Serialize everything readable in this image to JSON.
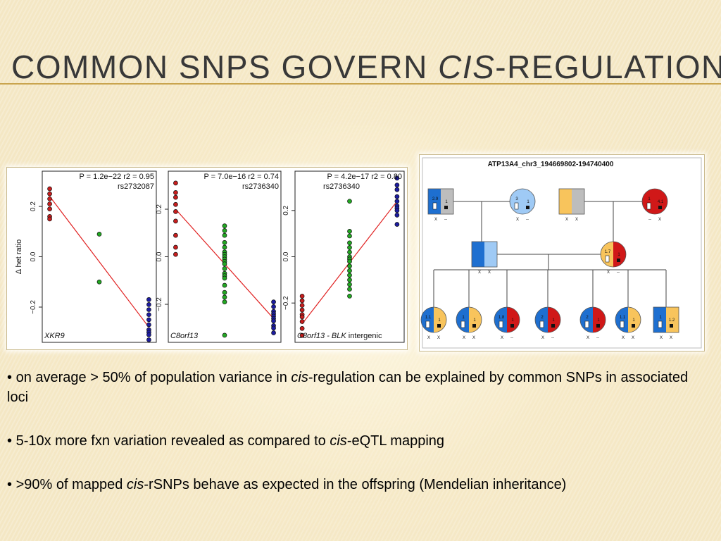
{
  "slide": {
    "title": {
      "before": "Common SNPs govern ",
      "italic": "cis",
      "after": "-regulation"
    },
    "bullets": [
      {
        "bullet": "•",
        "before": "on average > 50% of population variance in ",
        "italic": "cis",
        "after": "-regulation can be explained by common SNPs in associated loci"
      },
      {
        "bullet": "•",
        "before": "5-10x more fxn variation revealed as compared to ",
        "italic": "cis",
        "after": "-eQTL mapping"
      },
      {
        "bullet": "•",
        "before": ">90% of mapped ",
        "italic": "cis",
        "after": "-rSNPs behave as expected in the offspring (Mendelian inheritance)"
      }
    ]
  },
  "colors": {
    "red": "#c81e1e",
    "green": "#22a822",
    "blue": "#1c1ca0",
    "line": "#e02020",
    "ped_blue": "#1e6fd0",
    "ped_light_blue": "#9fcaf5",
    "ped_red": "#d01818",
    "ped_yellow": "#f8c45c",
    "ped_gray": "#bdbdbd"
  },
  "chart_data": [
    {
      "type": "scatter",
      "stat": "P = 1.2e−22 r2 = 0.95",
      "snp": "rs2732087",
      "gene": "XKR9",
      "gene_suffix": "",
      "ylabel": "Δ het ratio",
      "ylim": [
        -0.34,
        0.34
      ],
      "yticks": [
        -0.2,
        0.0,
        0.2
      ],
      "ytick_labels": [
        "−0.2",
        "0.0",
        "0.2"
      ],
      "xlim": [
        -0.15,
        2.15
      ],
      "series": [
        {
          "color": "red",
          "x": [
            0,
            0,
            0,
            0,
            0,
            0,
            0
          ],
          "y": [
            0.27,
            0.25,
            0.23,
            0.21,
            0.19,
            0.16,
            0.15
          ]
        },
        {
          "color": "green",
          "x": [
            1,
            1
          ],
          "y": [
            0.09,
            -0.1
          ]
        },
        {
          "color": "blue",
          "x": [
            2,
            2,
            2,
            2,
            2,
            2,
            2,
            2,
            2,
            2
          ],
          "y": [
            -0.17,
            -0.19,
            -0.21,
            -0.23,
            -0.25,
            -0.27,
            -0.29,
            -0.3,
            -0.31,
            -0.33
          ]
        }
      ],
      "fit": {
        "x": [
          0,
          2
        ],
        "y": [
          0.24,
          -0.28
        ]
      }
    },
    {
      "type": "scatter",
      "stat": "P = 7.0e−16 r2 = 0.74",
      "snp": "rs2736340",
      "gene": "C8orf13",
      "gene_suffix": "",
      "ylabel": "",
      "ylim": [
        -0.36,
        0.36
      ],
      "yticks": [
        -0.2,
        0.0,
        0.2
      ],
      "ytick_labels": [
        "−0.2",
        "0.0",
        "0.2"
      ],
      "xlim": [
        -0.15,
        2.15
      ],
      "series": [
        {
          "color": "red",
          "x": [
            0,
            0,
            0,
            0,
            0,
            0,
            0,
            0,
            0
          ],
          "y": [
            0.31,
            0.27,
            0.25,
            0.22,
            0.19,
            0.15,
            0.09,
            0.04,
            0.01
          ]
        },
        {
          "color": "green",
          "x": [
            1,
            1,
            1,
            1,
            1,
            1,
            1,
            1,
            1,
            1,
            1,
            1,
            1,
            1,
            1,
            1,
            1,
            1,
            1,
            1
          ],
          "y": [
            0.13,
            0.11,
            0.09,
            0.06,
            0.04,
            0.02,
            0.01,
            0.0,
            -0.01,
            -0.02,
            -0.03,
            -0.05,
            -0.07,
            -0.08,
            -0.09,
            -0.12,
            -0.15,
            -0.17,
            -0.19,
            -0.33
          ]
        },
        {
          "color": "blue",
          "x": [
            2,
            2,
            2,
            2,
            2,
            2,
            2,
            2,
            2,
            2
          ],
          "y": [
            -0.19,
            -0.21,
            -0.23,
            -0.24,
            -0.25,
            -0.26,
            -0.27,
            -0.29,
            -0.3,
            -0.32
          ]
        }
      ],
      "fit": {
        "x": [
          0,
          2
        ],
        "y": [
          0.2,
          -0.26
        ]
      }
    },
    {
      "type": "scatter",
      "stat": "P = 4.2e−17 r2 = 0.80",
      "snp": "rs2736340",
      "gene": "C8orf13 - BLK",
      "gene_suffix": " intergenic",
      "ylabel": "",
      "ylim": [
        -0.37,
        0.37
      ],
      "yticks": [
        -0.2,
        0.0,
        0.2
      ],
      "ytick_labels": [
        "−0.2",
        "0.0",
        "0.2"
      ],
      "xlim": [
        -0.15,
        2.15
      ],
      "series": [
        {
          "color": "red",
          "x": [
            0,
            0,
            0,
            0,
            0,
            0,
            0,
            0,
            0
          ],
          "y": [
            -0.17,
            -0.19,
            -0.21,
            -0.23,
            -0.25,
            -0.26,
            -0.28,
            -0.31,
            -0.34
          ]
        },
        {
          "color": "green",
          "x": [
            1,
            1,
            1,
            1,
            1,
            1,
            1,
            1,
            1,
            1,
            1,
            1,
            1,
            1,
            1,
            1
          ],
          "y": [
            0.24,
            0.11,
            0.09,
            0.06,
            0.04,
            0.02,
            0.0,
            -0.01,
            -0.02,
            -0.04,
            -0.06,
            -0.08,
            -0.1,
            -0.12,
            -0.14,
            -0.17
          ]
        },
        {
          "color": "blue",
          "x": [
            2,
            2,
            2,
            2,
            2,
            2,
            2,
            2,
            2,
            2
          ],
          "y": [
            0.34,
            0.31,
            0.29,
            0.26,
            0.24,
            0.22,
            0.21,
            0.2,
            0.18,
            0.14
          ]
        }
      ],
      "fit": {
        "x": [
          0,
          2
        ],
        "y": [
          -0.29,
          0.24
        ]
      }
    }
  ],
  "pedigree": {
    "title": "ATP13A4_chr3_194669802-194740400",
    "generation1": [
      {
        "shape": "square",
        "colors": [
          "ped_blue",
          "ped_gray"
        ],
        "bar_left": "2.9",
        "bar_right": "1",
        "genotype": [
          "X",
          "--"
        ]
      },
      {
        "shape": "circle",
        "colors": [
          "ped_light_blue",
          "ped_light_blue"
        ],
        "bar_left": "3",
        "bar_right": "1",
        "genotype": [
          "X",
          "--"
        ]
      },
      {
        "shape": "square",
        "colors": [
          "ped_yellow",
          "ped_gray"
        ],
        "bar_left": "",
        "bar_right": "",
        "genotype": [
          "X",
          "X"
        ]
      },
      {
        "shape": "circle",
        "colors": [
          "ped_red",
          "ped_red"
        ],
        "bar_left": "1",
        "bar_right": "4.1",
        "genotype": [
          "--",
          "X"
        ]
      }
    ],
    "generation2": [
      {
        "shape": "square",
        "colors": [
          "ped_blue",
          "ped_light_blue"
        ],
        "bar_left": "",
        "bar_right": "",
        "genotype": [
          "X",
          "X"
        ]
      },
      {
        "shape": "circle",
        "colors": [
          "ped_yellow",
          "ped_red"
        ],
        "bar_left": "1.7",
        "bar_right": "1",
        "genotype": [
          "X",
          "--"
        ]
      }
    ],
    "generation3": [
      {
        "shape": "circle",
        "colors": [
          "ped_blue",
          "ped_yellow"
        ],
        "bar_left": "1.1",
        "bar_right": "1",
        "genotype": [
          "X",
          "X"
        ]
      },
      {
        "shape": "circle",
        "colors": [
          "ped_blue",
          "ped_yellow"
        ],
        "bar_left": "1",
        "bar_right": "1",
        "genotype": [
          "X",
          "X"
        ]
      },
      {
        "shape": "circle",
        "colors": [
          "ped_blue",
          "ped_red"
        ],
        "bar_left": "1.8",
        "bar_right": "1",
        "genotype": [
          "X",
          "--"
        ]
      },
      {
        "shape": "circle",
        "colors": [
          "ped_blue",
          "ped_red"
        ],
        "bar_left": "2",
        "bar_right": "1",
        "genotype": [
          "X",
          "--"
        ]
      },
      {
        "shape": "circle",
        "colors": [
          "ped_blue",
          "ped_red"
        ],
        "bar_left": "2",
        "bar_right": "1",
        "genotype": [
          "X",
          "--"
        ]
      },
      {
        "shape": "circle",
        "colors": [
          "ped_blue",
          "ped_yellow"
        ],
        "bar_left": "1.1",
        "bar_right": "1",
        "genotype": [
          "X",
          "X"
        ]
      },
      {
        "shape": "square",
        "colors": [
          "ped_blue",
          "ped_yellow"
        ],
        "bar_left": "1",
        "bar_right": "1.2",
        "genotype": [
          "X",
          "X"
        ]
      }
    ]
  }
}
